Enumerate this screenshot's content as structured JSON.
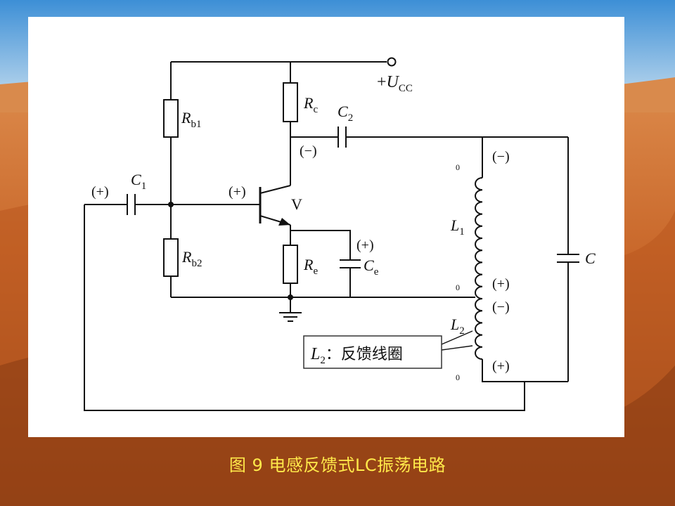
{
  "caption": "图 9  电感反馈式LC振荡电路",
  "labels": {
    "ucc_prefix": "+",
    "ucc_main": "U",
    "ucc_sub": "CC",
    "rb1_main": "R",
    "rb1_sub": "b1",
    "rb2_main": "R",
    "rb2_sub": "b2",
    "rc_main": "R",
    "rc_sub": "c",
    "re_main": "R",
    "re_sub": "e",
    "c1_main": "C",
    "c1_sub": "1",
    "c2_main": "C",
    "c2_sub": "2",
    "ce_main": "C",
    "ce_sub": "e",
    "c_main": "C",
    "l1_main": "L",
    "l1_sub": "1",
    "l2_main": "L",
    "l2_sub": "2",
    "transistor": "V"
  },
  "polarity": {
    "c1_input": "(+)",
    "base": "(+)",
    "collector": "(−)",
    "emitter_cap": "(+)",
    "coil_top": "(−)",
    "coil_mid_plus": "(+)",
    "coil_mid_minus": "(−)",
    "coil_bottom": "(+)"
  },
  "terminal_marks": [
    "0",
    "0",
    "0"
  ],
  "callout": {
    "main": "L",
    "sub": "2",
    "text": "：反馈线圈"
  }
}
